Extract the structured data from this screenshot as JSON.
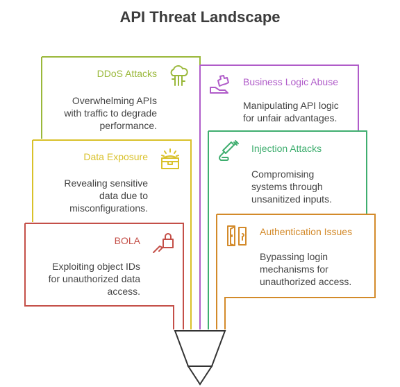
{
  "title": "API Threat Landscape",
  "items": [
    {
      "key": "ddos",
      "heading": "DDoS Attacks",
      "lines": [
        "Overwhelming APIs",
        "with traffic to degrade",
        "performance."
      ],
      "color": "#9ab83a",
      "icon": "cloud-network-icon"
    },
    {
      "key": "business",
      "heading": "Business Logic Abuse",
      "lines": [
        "Manipulating API logic",
        "for unfair advantages."
      ],
      "color": "#b05cc9",
      "icon": "puzzle-hand-icon"
    },
    {
      "key": "data",
      "heading": "Data Exposure",
      "lines": [
        "Revealing sensitive",
        "data due to",
        "misconfigurations."
      ],
      "color": "#d9c12a",
      "icon": "open-chest-icon"
    },
    {
      "key": "injection",
      "heading": "Injection Attacks",
      "lines": [
        "Compromising",
        "systems through",
        "unsanitized inputs."
      ],
      "color": "#3fae6f",
      "icon": "syringe-icon"
    },
    {
      "key": "bola",
      "heading": "BOLA",
      "lines": [
        "Exploiting object IDs",
        "for unauthorized data",
        "access."
      ],
      "color": "#c44f48",
      "icon": "hand-lock-icon"
    },
    {
      "key": "auth",
      "heading": "Authentication Issues",
      "lines": [
        "Bypassing login",
        "mechanisms for",
        "unauthorized access."
      ],
      "color": "#d38a2a",
      "icon": "door-lock-icon"
    }
  ]
}
